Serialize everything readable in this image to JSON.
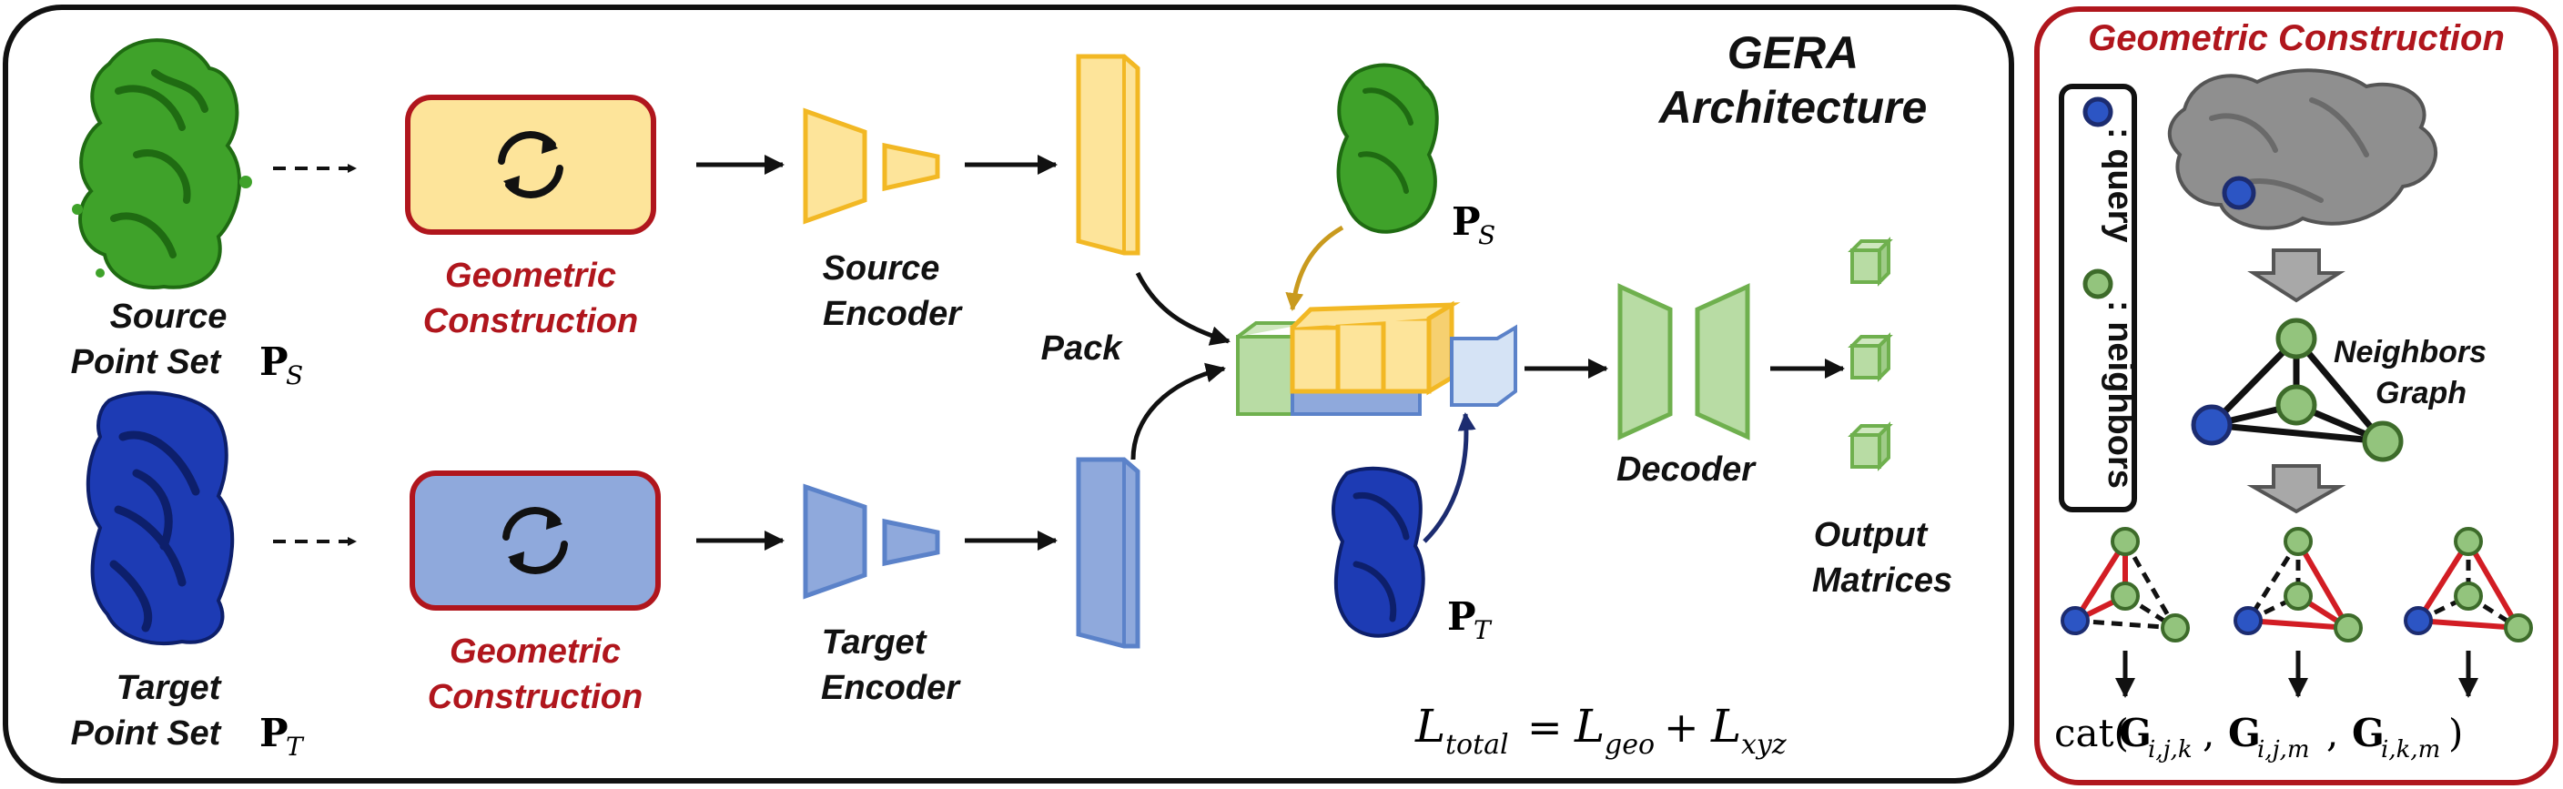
{
  "main": {
    "title_line1": "GERA",
    "title_line2": "Architecture",
    "source_label_line1": "Source",
    "source_label_line2": "Point Set",
    "target_label_line1": "Target",
    "target_label_line2": "Point Set",
    "geo_top_line1": "Geometric",
    "geo_top_line2": "Construction",
    "geo_bot_line1": "Geometric",
    "geo_bot_line2": "Construction",
    "source_encoder_line1": "Source",
    "source_encoder_line2": "Encoder",
    "target_encoder_line1": "Target",
    "target_encoder_line2": "Encoder",
    "pack": "Pack",
    "decoder": "Decoder",
    "output_line1": "Output",
    "output_line2": "Matrices",
    "ps_symbol": "P",
    "ps_sub": "S",
    "pt_symbol": "P",
    "pt_sub": "T",
    "loss": {
      "L": "L",
      "total_sub": "total",
      "eq": "=",
      "geo_sub": "geo",
      "plus": "+",
      "xyz_sub": "xyz"
    }
  },
  "side": {
    "title": "Geometric Construction",
    "legend_query": ": query",
    "legend_neighbors": ": neighbors",
    "graph_line1": "Neighbors",
    "graph_line2": "Graph",
    "formula": {
      "cat": "cat(",
      "G": "G",
      "sub1": "i,j,k",
      "sub2": "i,j,m",
      "sub3": "i,k,m",
      "comma": ",",
      "close": ")"
    }
  },
  "colors": {
    "green": "#4aa529",
    "blue": "#1f3fa6",
    "yellow_fill": "#fde49a",
    "yellow_edge": "#f2b824",
    "blue_fill": "#8fa9dc",
    "blue_edge": "#5b82c9",
    "red": "#b0161d",
    "node_green": "#93c47d",
    "node_blue": "#2c55c4"
  }
}
